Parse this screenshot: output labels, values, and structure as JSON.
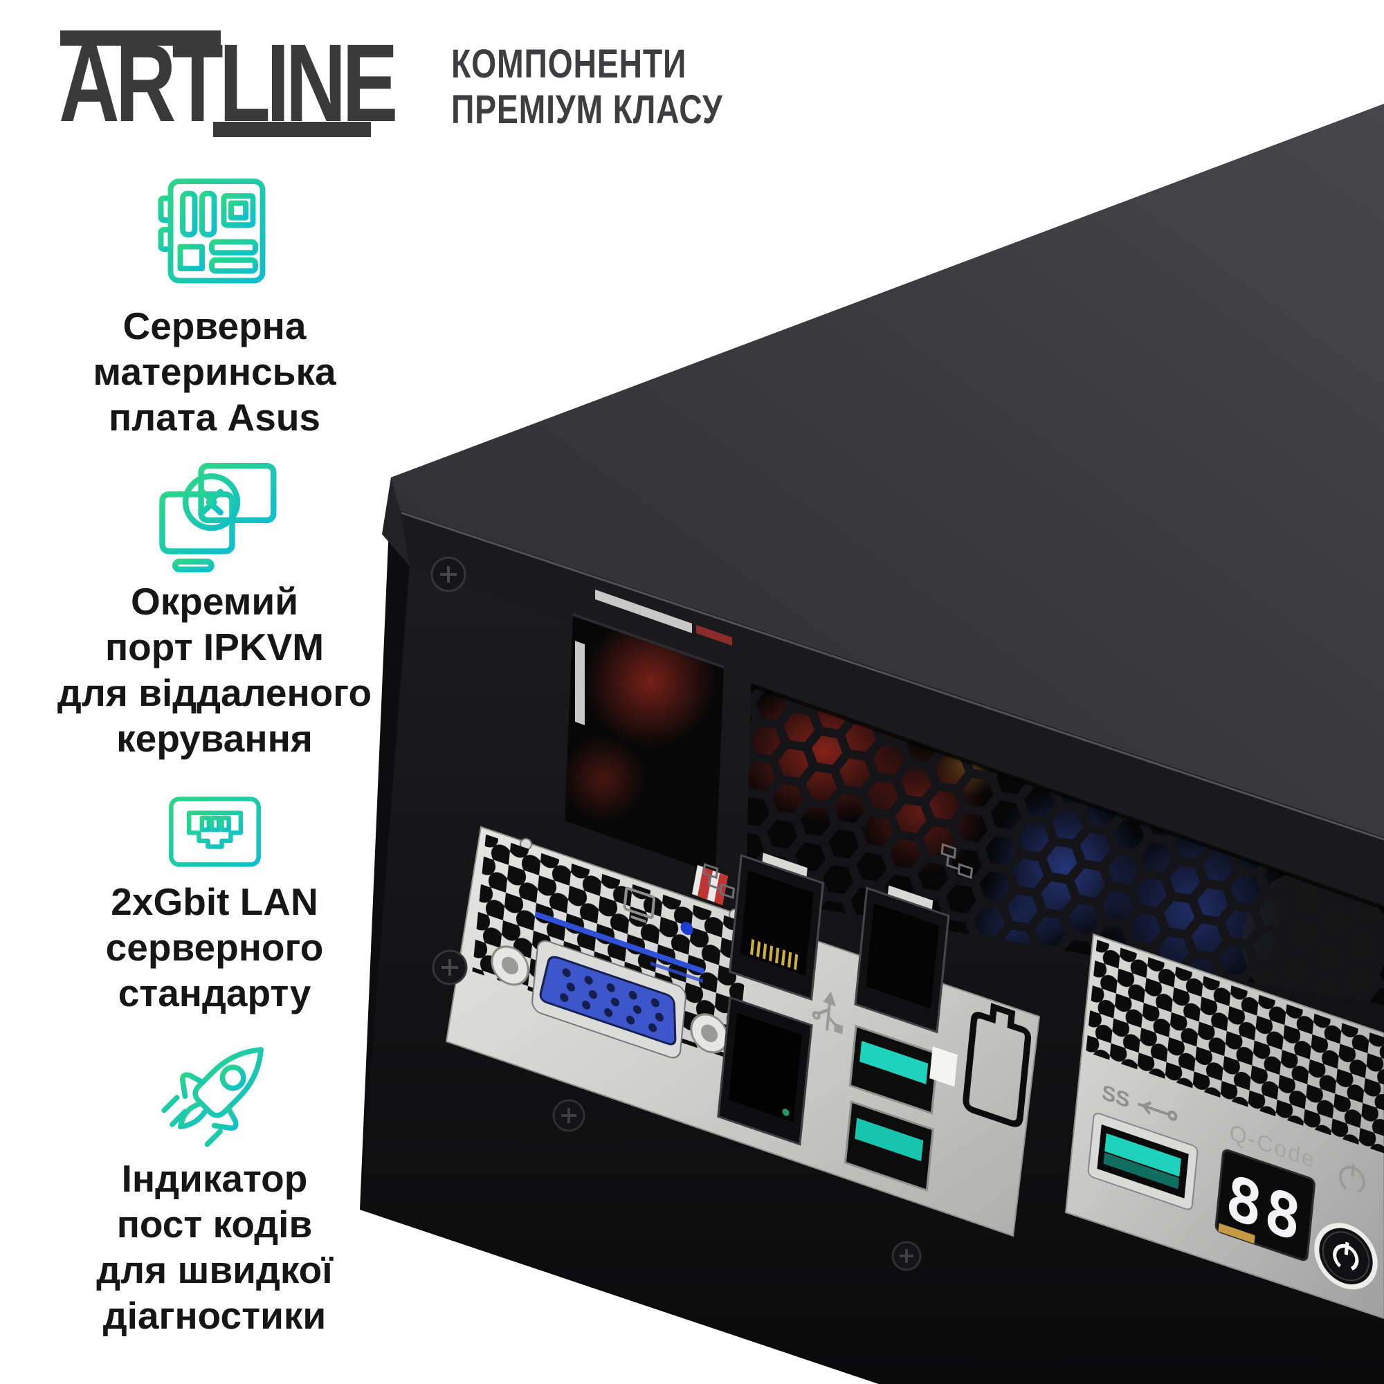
{
  "header": {
    "logo_text": "ARTLINE",
    "tagline_line1": "КОМПОНЕНТИ",
    "tagline_line2": "ПРЕМІУМ КЛАСУ"
  },
  "features": [
    {
      "icon": "motherboard-icon",
      "lines": [
        "Серверна",
        "материнська",
        "плата Asus"
      ]
    },
    {
      "icon": "remote-desktop-icon",
      "lines": [
        "Окремий",
        "порт IPKVM",
        "для віддаленого",
        "керування"
      ]
    },
    {
      "icon": "lan-port-icon",
      "lines": [
        "2xGbit LAN",
        "серверного",
        "стандарту"
      ]
    },
    {
      "icon": "rocket-icon",
      "lines": [
        "Індикатор",
        "пост кодів",
        "для швидкої",
        "діагностики"
      ]
    }
  ],
  "server": {
    "io_labels": {
      "q_code": "Q-Code",
      "post_code": "88",
      "usb3": "SS"
    },
    "accent_colors": {
      "icon_green": "#2BD687",
      "icon_cyan": "#0EBFCE",
      "vga_blue": "#3D56CC",
      "usb_teal": "#1FD2BC",
      "fan_red": "#7A1A14",
      "cable_blue": "#24367A"
    }
  }
}
